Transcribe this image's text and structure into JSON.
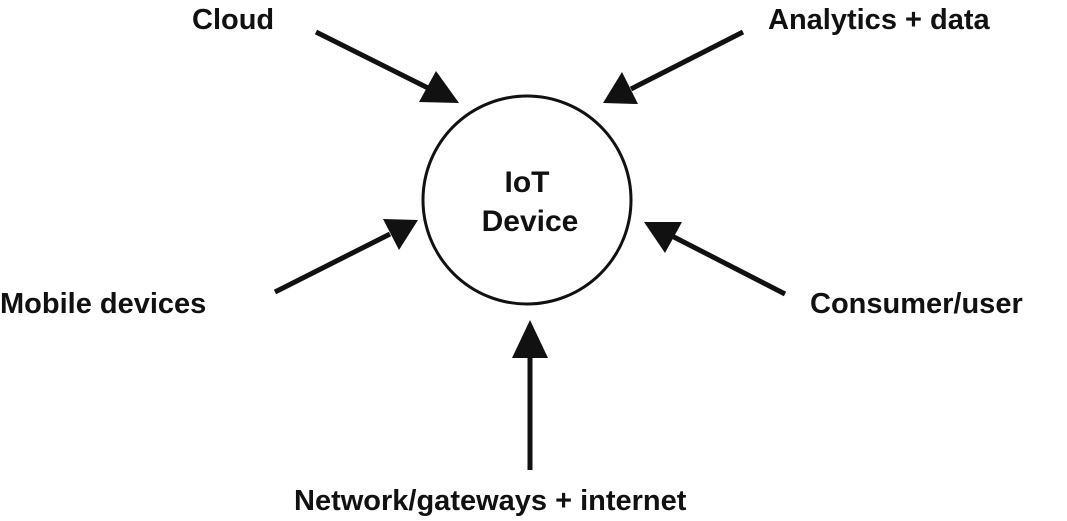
{
  "center": {
    "line1": "IoT",
    "line2": "Device"
  },
  "nodes": {
    "cloud": "Cloud",
    "analytics": "Analytics + data",
    "mobile": "Mobile devices",
    "consumer": "Consumer/user",
    "network": "Network/gateways + internet"
  },
  "colors": {
    "ink": "#111111",
    "background": "#ffffff"
  }
}
